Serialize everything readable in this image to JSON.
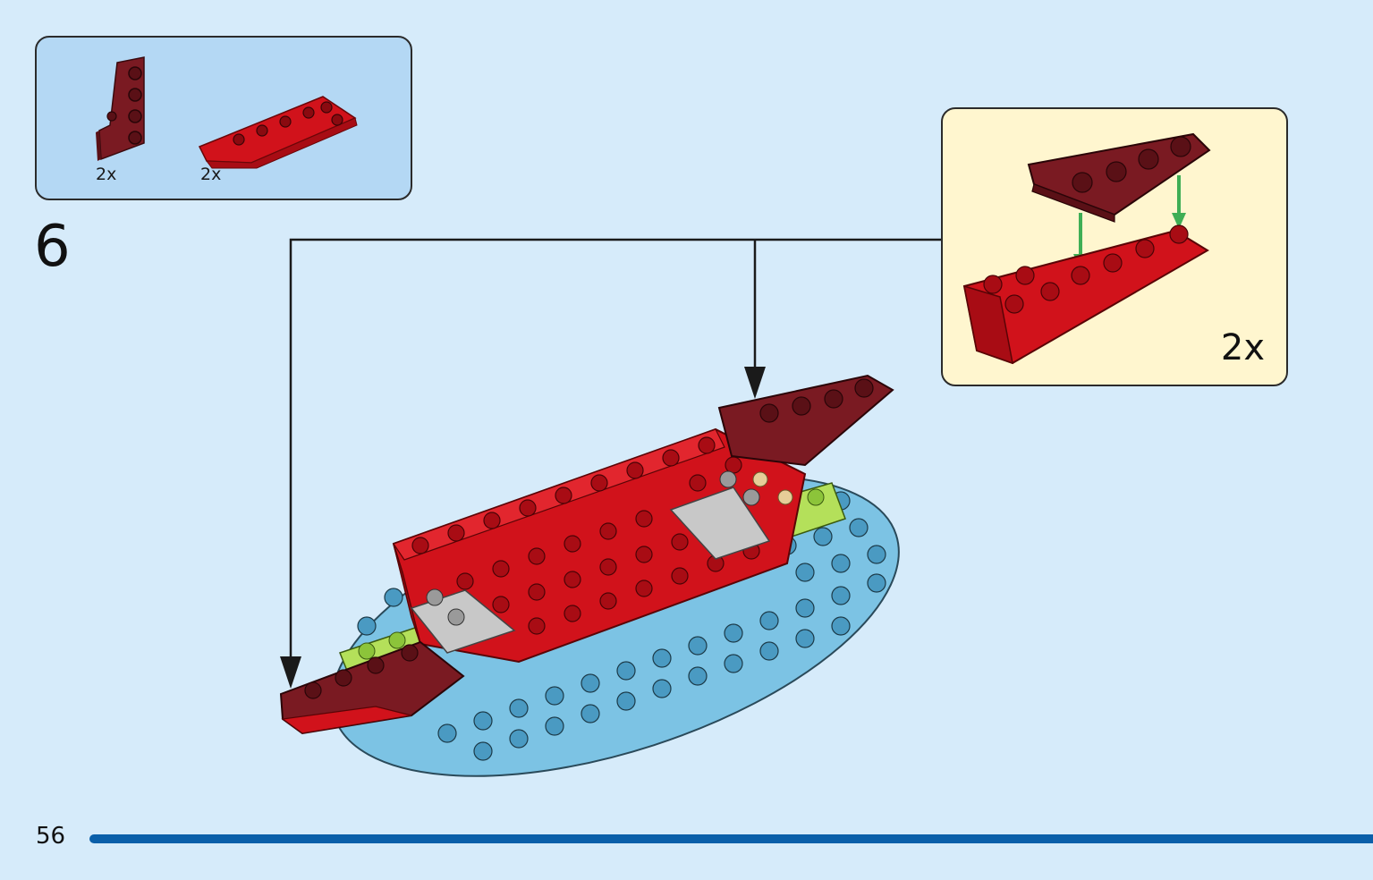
{
  "step": {
    "number": "6"
  },
  "parts_list": {
    "items": [
      {
        "name": "wedge-plate-dark-red",
        "quantity": "2x",
        "color": "#7a1a22"
      },
      {
        "name": "curved-brick-red",
        "quantity": "2x",
        "color": "#d1121b"
      }
    ]
  },
  "callout": {
    "quantity": "2x"
  },
  "page": {
    "number": "56"
  },
  "colors": {
    "background": "#d6ebfa",
    "parts_box": "#b4d8f4",
    "callout_box": "#fff6cf",
    "page_bar": "#0a5fa9",
    "red": "#d1121b",
    "dark_red": "#7a1a22",
    "light_blue": "#7cc3e4",
    "lime": "#b4e05a",
    "arrow_green": "#3fae55"
  }
}
